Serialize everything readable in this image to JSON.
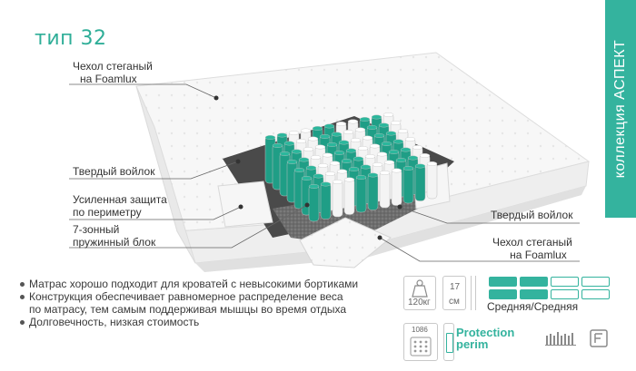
{
  "title": "тип 32",
  "collection": "коллекция АСПЕКТ",
  "labels": {
    "cover_top_line1": "Чехол стеганый",
    "cover_top_line2": "на Foamlux",
    "felt_left": "Твердый войлок",
    "perimeter_line1": "Усиленная защита",
    "perimeter_line2": "по периметру",
    "springs_line1": "7-зонный",
    "springs_line2": "пружинный блок",
    "felt_right": "Твердый войлок",
    "cover_bottom_line1": "Чехол стеганый",
    "cover_bottom_line2": "на Foamlux"
  },
  "bullets": [
    {
      "lines": [
        "Матрас хорошо подходит для кроватей с невысокими бортиками"
      ]
    },
    {
      "lines": [
        "Конструкция обеспечивает равномерное распределение веса",
        "по матрасу, тем самым поддерживая мышцы во время отдыха"
      ]
    },
    {
      "lines": [
        "Долговечность, низкая стоимость"
      ]
    }
  ],
  "icons": {
    "weight_value": "120кг",
    "height_value": "17",
    "height_unit": "см",
    "springs_count": "1086",
    "protection_line1": "Protection",
    "protection_line2": "perim"
  },
  "firmness": {
    "label": "Средняя/Средняя",
    "side_a_filled": 2,
    "side_b_filled": 2,
    "cells_per_side": 4
  },
  "colors": {
    "accent": "#34b39e",
    "spring_green": "#1f9e86",
    "spring_white": "#f4f4f4"
  }
}
